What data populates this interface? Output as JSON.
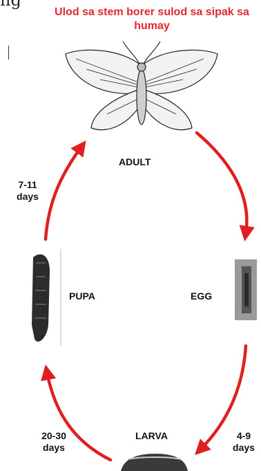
{
  "title": "Ulod sa stem borer sulod sa sipak sa humay",
  "corner_fragment": "ng",
  "stages": {
    "adult": "ADULT",
    "egg": "EGG",
    "larva": "LARVA",
    "pupa": "PUPA"
  },
  "durations": {
    "pupa_to_adult": "7-11 days",
    "larva_to_pupa": "20-30 days",
    "egg_to_larva": "4-9 days"
  },
  "colors": {
    "arrow": "#e02020",
    "title": "#e0282e"
  }
}
